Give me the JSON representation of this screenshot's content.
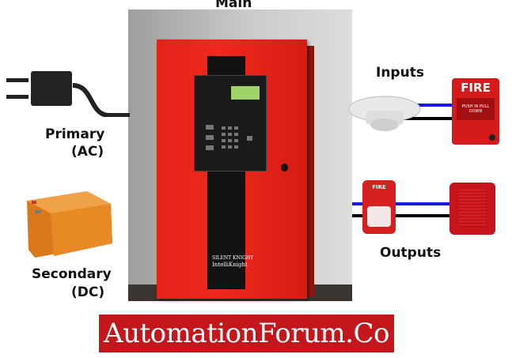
{
  "labels": {
    "main": "Main",
    "inputs": "Inputs",
    "outputs": "Outputs",
    "primary_line1": "Primary",
    "primary_line2": "(AC)",
    "secondary_line1": "Secondary",
    "secondary_line2": "(DC)"
  },
  "device_text": {
    "panel_brand": "SILENT KNIGHT",
    "panel_model": "IntelliKnight",
    "pull_station_title": "FIRE",
    "pull_station_instruction": "PUSH IN PULL DOWN",
    "strobe_label": "FIRE"
  },
  "watermark": "AutomationForum.Co",
  "colors": {
    "panel_red": "#e3231a",
    "banner_red": "#c3171c",
    "wire_blue": "#1a1adf",
    "wire_black": "#000000",
    "battery_orange": "#e88a24"
  }
}
